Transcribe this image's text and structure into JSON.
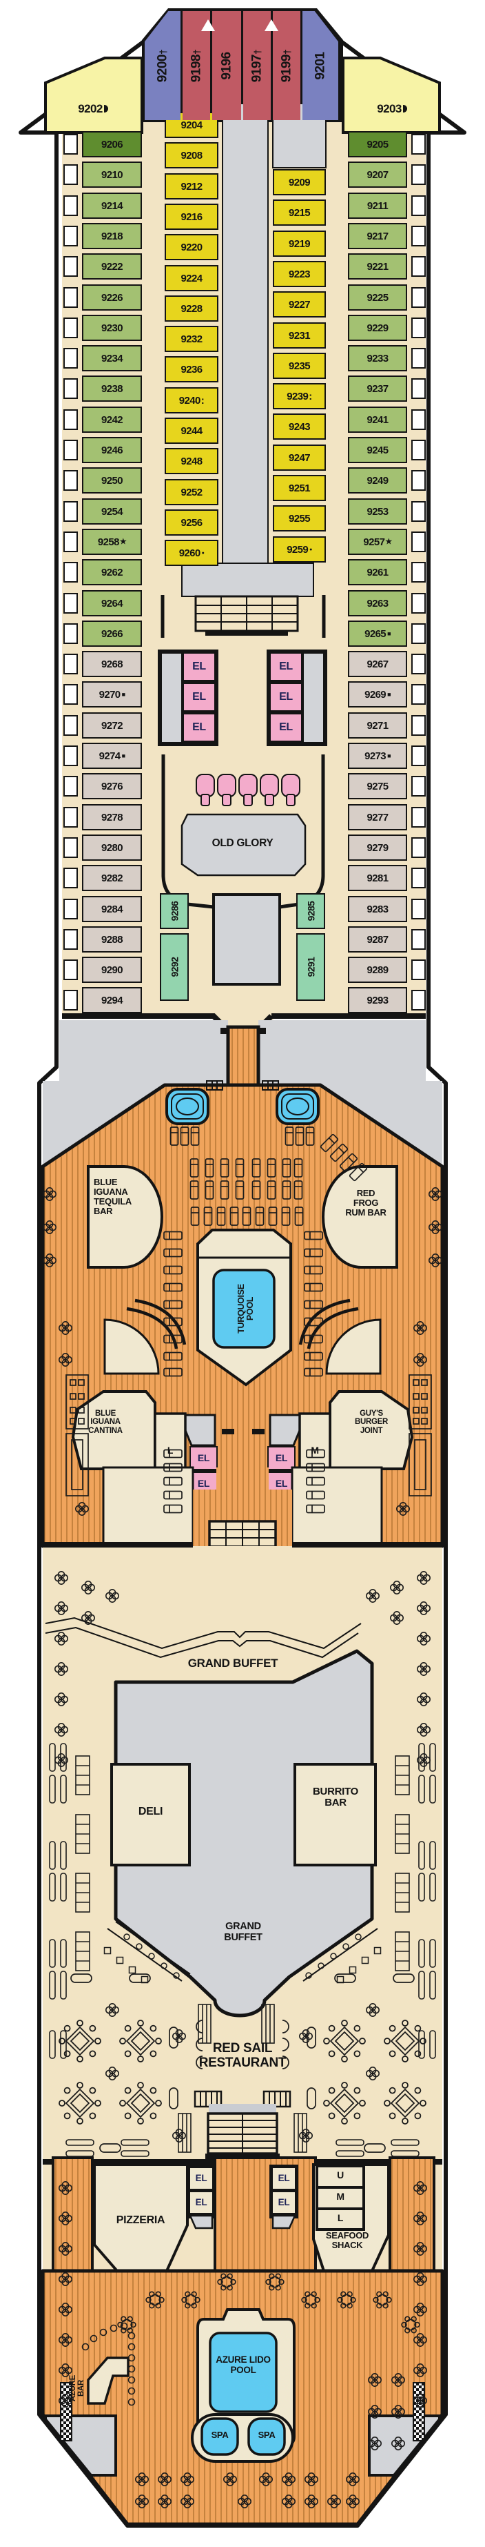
{
  "symbols": {
    "star": "★",
    "dot": "●",
    "square": "■",
    "colon": ":",
    "dagger": "†"
  },
  "labels": {
    "el": "EL",
    "u": "U",
    "m": "M",
    "l": "L",
    "old_glory": "OLD GLORY",
    "turquoise_pool": "TURQUOISE POOL",
    "blue_iguana_tequila_bar": "BLUE IGUANA TEQUILA BAR",
    "red_frog_rum_bar": "RED FROG RUM BAR",
    "blue_iguana_cantina": "BLUE IGUANA CANTINA",
    "guys_burger_joint": "GUY'S BURGER JOINT",
    "grand_buffet": "GRAND BUFFET",
    "deli": "DELI",
    "burrito_bar": "BURRITO BAR",
    "red_sail_restaurant": "RED SAIL RESTAURANT",
    "pizzeria": "PIZZERIA",
    "seafood_shack": "SEAFOOD SHACK",
    "azure_lido_pool": "AZURE LIDO POOL",
    "spa": "SPA",
    "azure_bar": "AZURE BAR"
  },
  "cabins": {
    "bow": [
      {
        "num": "9200",
        "suffix": "dagger",
        "color": "blue"
      },
      {
        "num": "9198",
        "suffix": "dagger",
        "color": "red"
      },
      {
        "num": "9196",
        "color": "red"
      },
      {
        "num": "9197",
        "suffix": "dagger",
        "color": "red"
      },
      {
        "num": "9199",
        "suffix": "dagger",
        "color": "red"
      },
      {
        "num": "9201",
        "color": "blue"
      }
    ],
    "wings": {
      "left": {
        "num": "9202",
        "suffix": "halfmoon"
      },
      "right": {
        "num": "9203",
        "suffix": "halfmoon"
      }
    },
    "left_outer": [
      {
        "num": "9206",
        "color": "dgreen"
      },
      {
        "num": "9210"
      },
      {
        "num": "9214"
      },
      {
        "num": "9218"
      },
      {
        "num": "9222"
      },
      {
        "num": "9226"
      },
      {
        "num": "9230"
      },
      {
        "num": "9234"
      },
      {
        "num": "9238"
      },
      {
        "num": "9242"
      },
      {
        "num": "9246"
      },
      {
        "num": "9250"
      },
      {
        "num": "9254"
      },
      {
        "num": "9258",
        "suffix": "star"
      },
      {
        "num": "9262"
      },
      {
        "num": "9264"
      },
      {
        "num": "9266"
      },
      {
        "num": "9268",
        "color": "tan"
      },
      {
        "num": "9270",
        "color": "tan",
        "suffix": "square"
      },
      {
        "num": "9272",
        "color": "tan"
      },
      {
        "num": "9274",
        "color": "tan",
        "suffix": "square"
      },
      {
        "num": "9276",
        "color": "tan"
      },
      {
        "num": "9278",
        "color": "tan"
      },
      {
        "num": "9280",
        "color": "tan"
      },
      {
        "num": "9282",
        "color": "tan"
      },
      {
        "num": "9284",
        "color": "tan"
      },
      {
        "num": "9288",
        "color": "tan"
      },
      {
        "num": "9290",
        "color": "tan"
      },
      {
        "num": "9294",
        "color": "tan"
      }
    ],
    "left_inner": [
      {
        "num": "9204"
      },
      {
        "num": "9208"
      },
      {
        "num": "9212"
      },
      {
        "num": "9216"
      },
      {
        "num": "9220"
      },
      {
        "num": "9224"
      },
      {
        "num": "9228"
      },
      {
        "num": "9232"
      },
      {
        "num": "9236"
      },
      {
        "num": "9240",
        "suffix": "colon"
      },
      {
        "num": "9244"
      },
      {
        "num": "9248"
      },
      {
        "num": "9252"
      },
      {
        "num": "9256"
      },
      {
        "num": "9260",
        "suffix": "dot"
      }
    ],
    "right_inner": [
      {
        "num": "9209"
      },
      {
        "num": "9215"
      },
      {
        "num": "9219"
      },
      {
        "num": "9223"
      },
      {
        "num": "9227"
      },
      {
        "num": "9231"
      },
      {
        "num": "9235"
      },
      {
        "num": "9239",
        "suffix": "colon"
      },
      {
        "num": "9243"
      },
      {
        "num": "9247"
      },
      {
        "num": "9251"
      },
      {
        "num": "9255"
      },
      {
        "num": "9259",
        "suffix": "dot"
      }
    ],
    "right_outer": [
      {
        "num": "9205",
        "color": "dgreen"
      },
      {
        "num": "9207"
      },
      {
        "num": "9211"
      },
      {
        "num": "9217"
      },
      {
        "num": "9221"
      },
      {
        "num": "9225"
      },
      {
        "num": "9229"
      },
      {
        "num": "9233"
      },
      {
        "num": "9237"
      },
      {
        "num": "9241"
      },
      {
        "num": "9245"
      },
      {
        "num": "9249"
      },
      {
        "num": "9253"
      },
      {
        "num": "9257",
        "suffix": "star"
      },
      {
        "num": "9261"
      },
      {
        "num": "9263"
      },
      {
        "num": "9265",
        "suffix": "square"
      },
      {
        "num": "9267",
        "color": "tan"
      },
      {
        "num": "9269",
        "color": "tan",
        "suffix": "square"
      },
      {
        "num": "9271",
        "color": "tan"
      },
      {
        "num": "9273",
        "color": "tan",
        "suffix": "square"
      },
      {
        "num": "9275",
        "color": "tan"
      },
      {
        "num": "9277",
        "color": "tan"
      },
      {
        "num": "9279",
        "color": "tan"
      },
      {
        "num": "9281",
        "color": "tan"
      },
      {
        "num": "9283",
        "color": "tan"
      },
      {
        "num": "9287",
        "color": "tan"
      },
      {
        "num": "9289",
        "color": "tan"
      },
      {
        "num": "9293",
        "color": "tan"
      }
    ],
    "mid_vertical": [
      {
        "num": "9286"
      },
      {
        "num": "9292"
      },
      {
        "num": "9285"
      },
      {
        "num": "9291"
      }
    ]
  }
}
